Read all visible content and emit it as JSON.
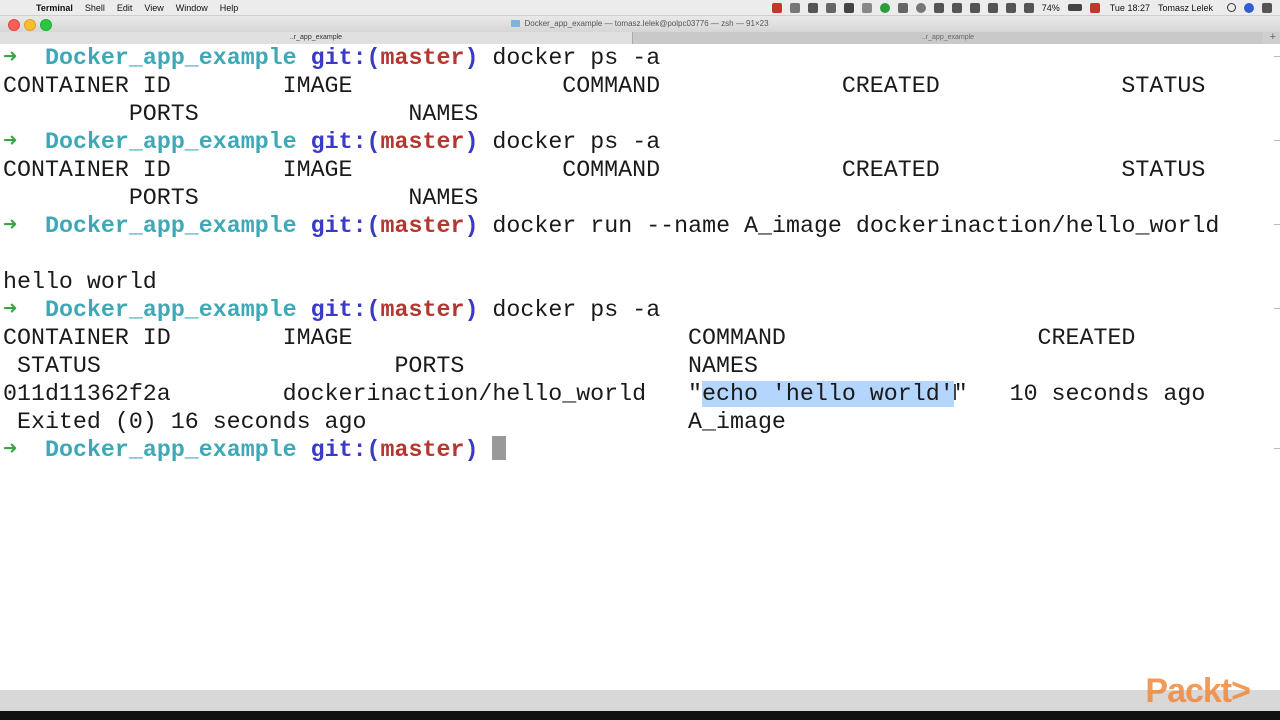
{
  "menubar": {
    "apple_glyph": "",
    "app_name": "Terminal",
    "menus": [
      "Shell",
      "Edit",
      "View",
      "Window",
      "Help"
    ],
    "battery": "74%",
    "clock": "Tue 18:27",
    "user": "Tomasz Lelek"
  },
  "window": {
    "title": "Docker_app_example — tomasz.lelek@polpc03776 — zsh — 91×23"
  },
  "tabs": [
    {
      "label": "..r_app_example"
    },
    {
      "label": "..r_app_example"
    }
  ],
  "prompt": {
    "arrow": "➜",
    "dir": "Docker_app_example",
    "git_open": "git:(",
    "branch": "master",
    "git_close": ")"
  },
  "terminal": {
    "cmd1": "docker ps -a",
    "hdr1_a": "CONTAINER ID        IMAGE               COMMAND             CREATED             STATUS",
    "hdr1_b": "         PORTS               NAMES",
    "cmd2": "docker ps -a",
    "hdr2_a": "CONTAINER ID        IMAGE               COMMAND             CREATED             STATUS",
    "hdr2_b": "         PORTS               NAMES",
    "cmd3": "docker run --name A_image dockerinaction/hello_world",
    "blank": "",
    "output": "hello world",
    "cmd4": "docker ps -a",
    "hdr3_a": "CONTAINER ID        IMAGE                        COMMAND                  CREATED",
    "hdr3_b": " STATUS                     PORTS                NAMES",
    "row_a_pre": "011d11362f2a        dockerinaction/hello_world   \"",
    "row_a_sel": "echo 'hello world'",
    "row_a_post": "\"   10 seconds ago",
    "row_b": " Exited (0) 16 seconds ago                       A_image"
  },
  "watermark": "Packt>"
}
